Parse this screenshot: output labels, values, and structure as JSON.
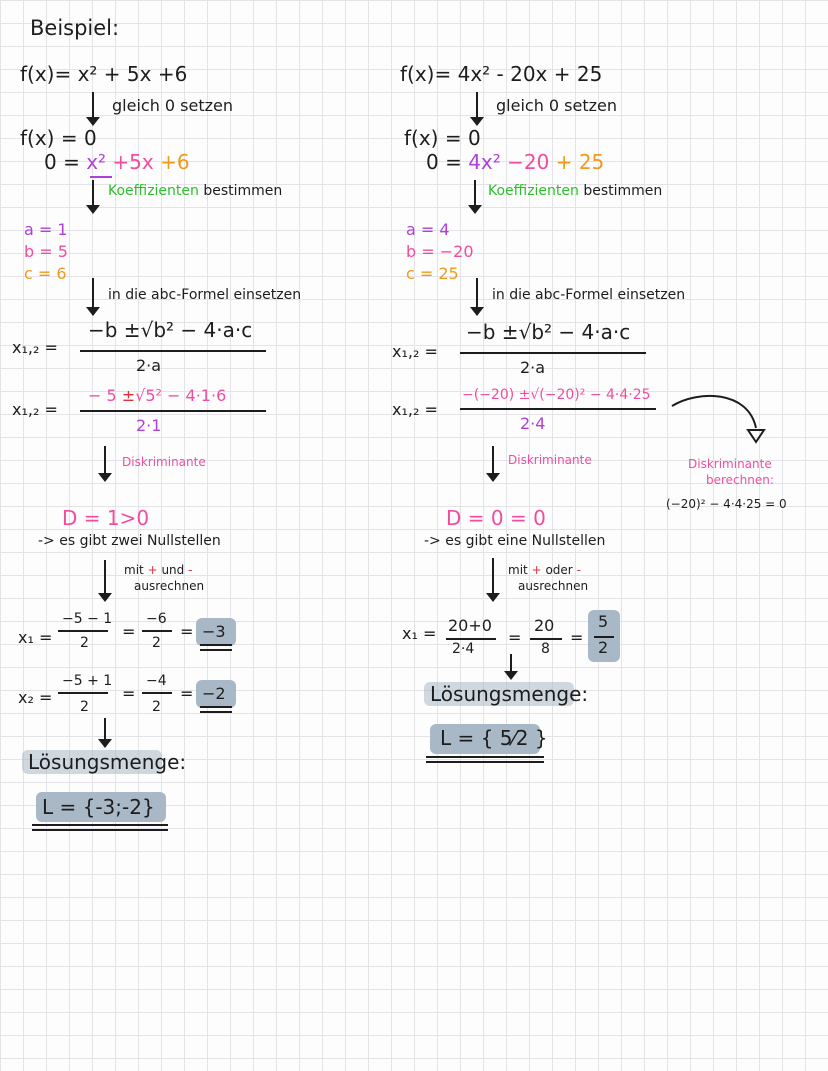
{
  "title": "Beispiel:",
  "left": {
    "function": "f(x)= x² + 5x +6",
    "step_zero": "gleich 0 setzen",
    "fx0": "f(x) = 0",
    "eq_prefix": "0 = ",
    "eq_x2": "x²",
    "eq_5x": " +5x",
    "eq_6": " +6",
    "step_coeff": "Koeffizienten",
    "step_coeff_rest": "bestimmen",
    "a": "a = 1",
    "b": "b = 5",
    "c": "c = 6",
    "step_formula": "in die abc-Formel einsetzen",
    "x12": "x₁,₂ =",
    "formula_num": "−b ±√b² − 4·a·c",
    "formula_den": "2·a",
    "subst_num_b": "− 5",
    "subst_pm": " ±",
    "subst_root": "√5² − 4·1·6",
    "subst_den": "2·1",
    "step_disc": "Diskriminante",
    "D": "D = 1>0",
    "zeros": "-> es gibt zwei Nullstellen",
    "calc_note_1": "mit",
    "calc_plus": "+",
    "calc_and": "und",
    "calc_minus": "-",
    "calc_note_2": "ausrechnen",
    "x1_label": "x₁ =",
    "x1_num": "−5 − 1",
    "x1_den": "2",
    "x1_num2": "−6",
    "x1_den2": "2",
    "x1_result": "−3",
    "x2_label": "x₂ =",
    "x2_num": "−5 + 1",
    "x2_den": "2",
    "x2_num2": "−4",
    "x2_den2": "2",
    "x2_result": "−2",
    "solution_title": "Lösungsmenge:",
    "solution": "L = {-3;-2}"
  },
  "right": {
    "function": "f(x)= 4x² - 20x + 25",
    "step_zero": "gleich 0 setzen",
    "fx0": "f(x) = 0",
    "eq_prefix": "0 = ",
    "eq_4x2": "4x²",
    "eq_20x": " −20",
    "eq_25": " + 25",
    "step_coeff": "Koeffizienten",
    "step_coeff_rest": "bestimmen",
    "a": "a = 4",
    "b": "b = −20",
    "c": "c = 25",
    "step_formula": "in die abc-Formel einsetzen",
    "x12": "x₁,₂ =",
    "formula_num": "−b ±√b² − 4·a·c",
    "formula_den": "2·a",
    "subst_num": "−(−20) ±√(−20)² − 4·4·25",
    "subst_den": "2·4",
    "step_disc": "Diskriminante",
    "side_note_1": "Diskriminante",
    "side_note_2": "berechnen:",
    "side_calc": "(−20)² − 4·4·25 = 0",
    "D": "D = 0 = 0",
    "zeros": "-> es gibt eine Nullstellen",
    "calc_note_1": "mit",
    "calc_plus": "+",
    "calc_or": "oder",
    "calc_minus": "-",
    "calc_note_2": "ausrechnen",
    "x1_label": "x₁ =",
    "x1_num": "20+0",
    "x1_den": "2·4",
    "x1_num2": "20",
    "x1_den2": "8",
    "x1_res_num": "5",
    "x1_res_den": "2",
    "solution_title": "Lösungsmenge:",
    "solution": "L = { 5⁄2 }"
  }
}
